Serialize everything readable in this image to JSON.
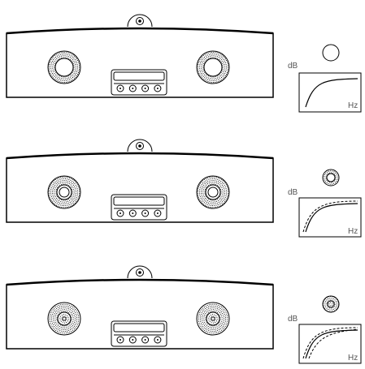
{
  "colors": {
    "stroke": "#000000",
    "label": "#555555",
    "background": "#ffffff"
  },
  "icons": {
    "unit": "speaker-cabinet-icon",
    "driver": "speaker-driver-icon",
    "knob": "top-knob-icon",
    "panel": "button-panel-icon"
  },
  "rows": [
    {
      "graph": {
        "ylabel": "dB",
        "xlabel": "Hz"
      }
    },
    {
      "graph": {
        "ylabel": "dB",
        "xlabel": "Hz"
      }
    },
    {
      "graph": {
        "ylabel": "dB",
        "xlabel": "Hz"
      }
    }
  ]
}
